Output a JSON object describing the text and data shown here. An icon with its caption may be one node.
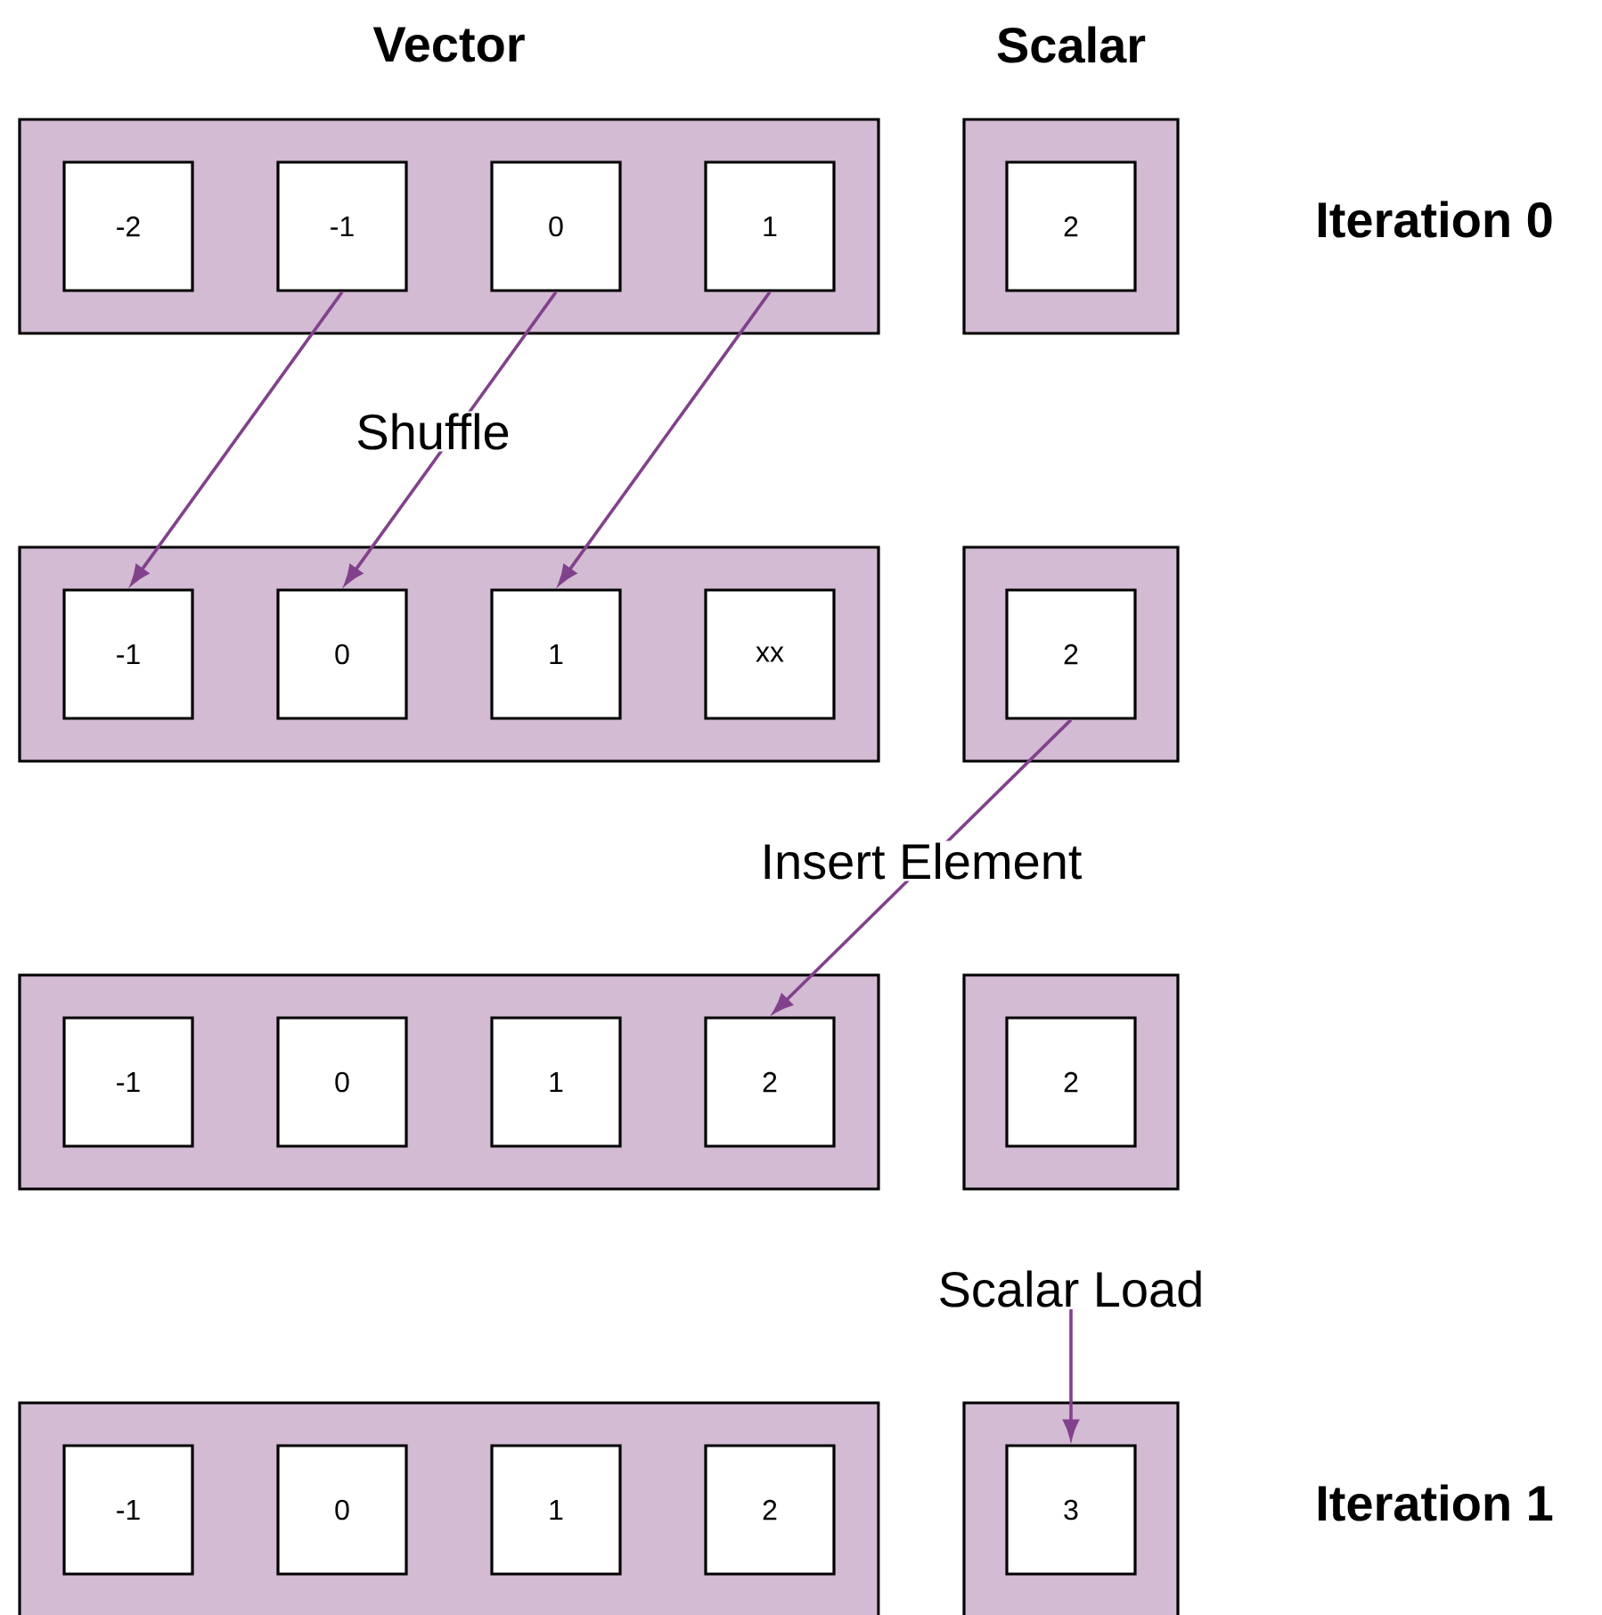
{
  "diagram": {
    "nodes": [
      {
        "text": [],
        "shape": "box"
      },
      {
        "text": [
          "-2"
        ],
        "in": 0
      },
      {
        "text": [
          "-1"
        ],
        "in": 0
      },
      {
        "text": [
          "0"
        ],
        "in": 0
      },
      {
        "text": [
          "1"
        ],
        "in": 0
      },
      {
        "text": [],
        "shape": "box"
      },
      {
        "text": [
          "2"
        ],
        "in": 5
      },
      {
        "text": [],
        "shape": "box"
      },
      {
        "text": [
          "-1"
        ],
        "in": 7
      },
      {
        "text": [
          "0"
        ],
        "in": 7
      },
      {
        "text": [
          "1"
        ],
        "in": 7
      },
      {
        "text": [
          "xx"
        ],
        "in": 7
      },
      {
        "text": [],
        "shape": "box"
      },
      {
        "text": [
          "2"
        ],
        "in": 12
      },
      {
        "text": [],
        "shape": "box"
      },
      {
        "text": [
          "-1"
        ],
        "in": 14
      },
      {
        "text": [
          "0"
        ],
        "in": 14
      },
      {
        "text": [
          "1"
        ],
        "in": 14
      },
      {
        "text": [
          "2"
        ],
        "in": 14
      },
      {
        "text": [],
        "shape": "box"
      },
      {
        "text": [
          "2"
        ],
        "in": 19
      },
      {
        "text": [],
        "shape": "box"
      },
      {
        "text": [
          "-1"
        ],
        "in": 21
      },
      {
        "text": [
          "0"
        ],
        "in": 21
      },
      {
        "text": [
          "1"
        ],
        "in": 21
      },
      {
        "text": [
          "2"
        ],
        "in": 21
      },
      {
        "text": [],
        "shape": "box"
      },
      {
        "text": [
          "3"
        ],
        "in": 26
      },
      {
        "text": [
          "Scalar Load"
        ]
      }
    ],
    "edges": [
      {
        "from": 2,
        "to": 8,
        "arrow": "to"
      },
      {
        "from": 3,
        "to": 9,
        "arrow": "to",
        "label": "Shuffle"
      },
      {
        "from": 4,
        "to": 10,
        "arrow": "to"
      },
      {
        "from": 13,
        "to": 18,
        "arrow": "to",
        "label": "Insert Element"
      },
      {
        "from": 28,
        "to": 27,
        "arrow": "to"
      }
    ],
    "labels": [
      "Vector",
      "Scalar",
      "Iteration 0",
      "Iteration 1"
    ]
  }
}
